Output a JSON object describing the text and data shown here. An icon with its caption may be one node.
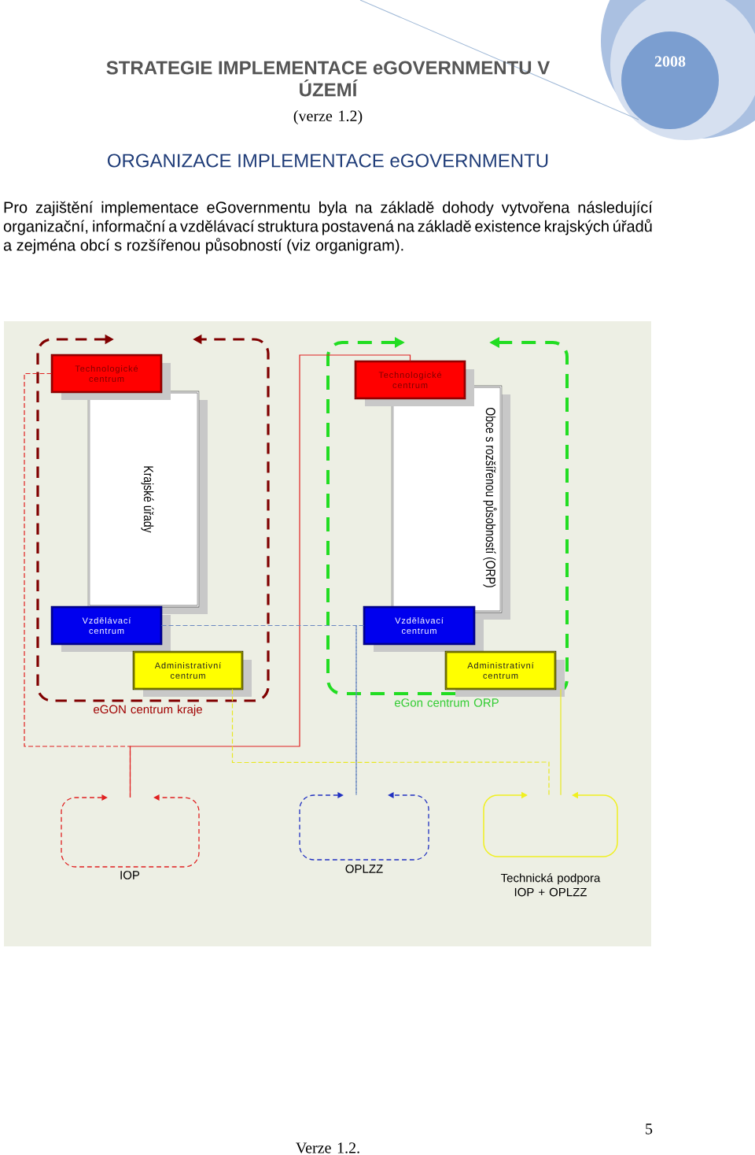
{
  "diagram": {
    "title": "ORGANIZACE IMPLEMENTACE eGOVERNMENTU",
    "nodes": [
      {
        "text": [
          "eGON centrum kraje"
        ]
      },
      {
        "text": [
          "Technologické centrum"
        ],
        "in": 0
      },
      {
        "text": [
          "Krajské úřady"
        ],
        "in": 0
      },
      {
        "text": [
          "Vzdělávací centrum"
        ],
        "in": 0
      },
      {
        "text": [
          "Administrativní centrum"
        ],
        "in": 0
      },
      {
        "text": [
          "eGon centrum ORP"
        ]
      },
      {
        "text": [
          "Technologické centrum"
        ],
        "in": 5
      },
      {
        "text": [
          "Obce s rozšířenou působností (ORP)"
        ],
        "in": 5
      },
      {
        "text": [
          "Vzdělávací centrum"
        ],
        "in": 5
      },
      {
        "text": [
          "Administrativní centrum"
        ],
        "in": 5
      },
      {
        "text": [
          "IOP"
        ]
      },
      {
        "text": [
          "OPLZZ"
        ]
      },
      {
        "text": [
          "Technická podpora IOP + OPLZZ"
        ]
      }
    ],
    "edges": [
      {
        "from": 1,
        "to": 10,
        "arrow": "none",
        "style": "dashed",
        "color": "#e02020"
      },
      {
        "from": 6,
        "to": 10,
        "arrow": "none",
        "color": "#e02020"
      },
      {
        "from": 3,
        "to": 11,
        "arrow": "none",
        "style": "dashed",
        "color": "#6a88c0"
      },
      {
        "from": 8,
        "to": 11,
        "arrow": "none",
        "style": "dashed",
        "color": "#6a88c0"
      },
      {
        "from": 4,
        "to": 12,
        "arrow": "none",
        "style": "dashed",
        "color": "#e8e820"
      },
      {
        "from": 9,
        "to": 12,
        "arrow": "none",
        "color": "#e8e820"
      }
    ],
    "labels": [
      "STRATEGIE IMPLEMENTACE eGOVERNMENTU V ÚZEMÍ",
      "(verze 1.2)",
      "2008",
      "Pro zajištění implementace eGovernmentu byla na základě dohody vytvořena následující organizační, informační a vzdělávací struktura postavená na základě existence krajských úřadů a zejména obcí s rozšířenou působností (viz organigram).",
      "5",
      "Verze 1.2."
    ]
  }
}
